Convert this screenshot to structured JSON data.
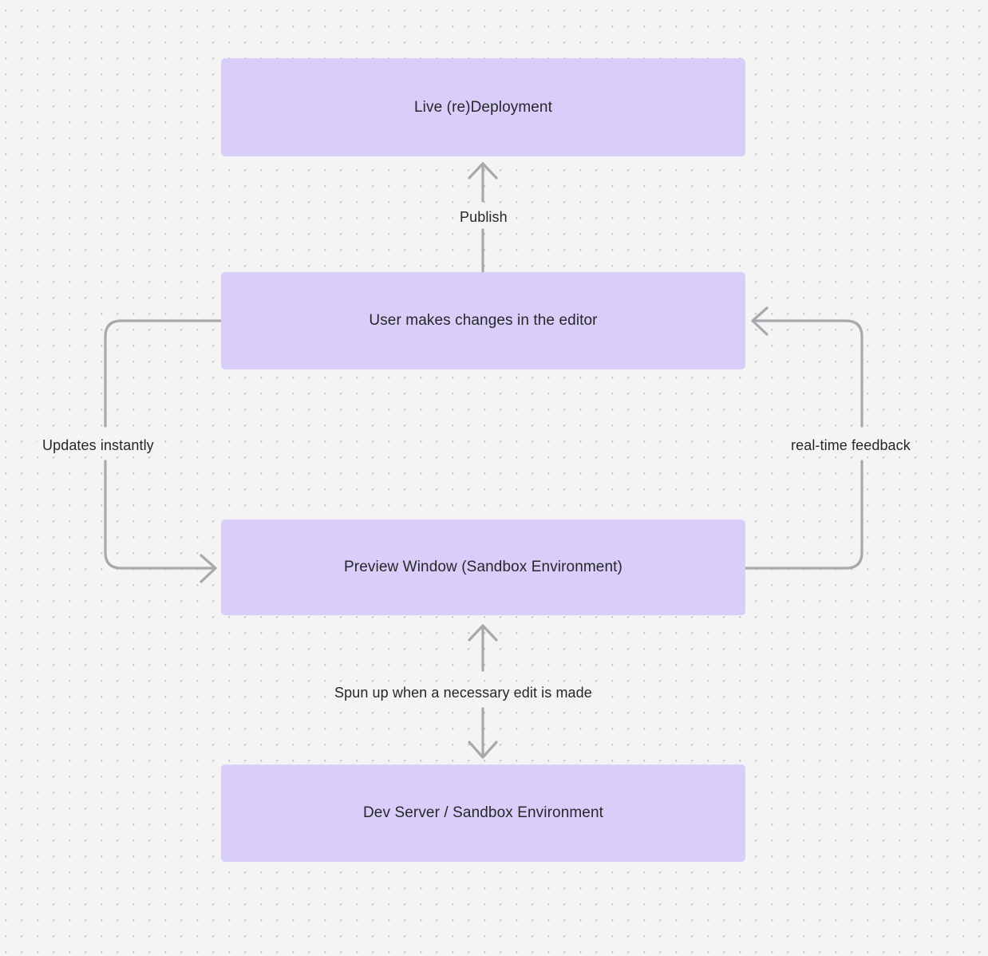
{
  "diagram": {
    "type": "flowchart",
    "background_color": "#f4f4f5",
    "grid": "dot-grid",
    "node_fill_color": "#d9cefa",
    "node_text_color": "#27272a",
    "edge_color": "#a8a8ad",
    "nodes": [
      {
        "id": "live-deployment",
        "label": "Live (re)Deployment"
      },
      {
        "id": "user-editor",
        "label": "User makes changes in the editor"
      },
      {
        "id": "preview-window",
        "label": "Preview Window (Sandbox Environment)"
      },
      {
        "id": "dev-server",
        "label": "Dev Server / Sandbox Environment"
      }
    ],
    "edges": [
      {
        "id": "publish",
        "label": "Publish",
        "from": "user-editor",
        "to": "live-deployment",
        "direction": "up"
      },
      {
        "id": "updates",
        "label": "Updates instantly",
        "from": "user-editor",
        "to": "preview-window",
        "direction": "loop-left"
      },
      {
        "id": "realtime",
        "label": "real-time feedback",
        "from": "preview-window",
        "to": "user-editor",
        "direction": "loop-right"
      },
      {
        "id": "spun-up",
        "label": "Spun up when a necessary edit is made",
        "from": "preview-window",
        "to": "dev-server",
        "direction": "bidirectional"
      }
    ]
  }
}
